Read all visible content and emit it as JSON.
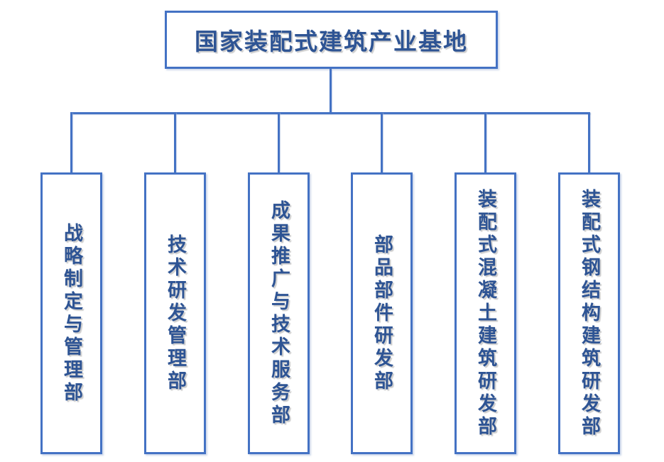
{
  "title": "国家装配式建筑产业基地",
  "colors": {
    "line": "#4472C4",
    "text": "#2E5494",
    "background": "#FFFFFF"
  },
  "departments": [
    {
      "label": "战略制定与管理部"
    },
    {
      "label": "技术研发管理部"
    },
    {
      "label": "成果推广与技术服务部"
    },
    {
      "label": "部品部件研发部"
    },
    {
      "label": "装配式混凝土建筑研发部"
    },
    {
      "label": "装配式钢结构建筑研发部"
    }
  ]
}
